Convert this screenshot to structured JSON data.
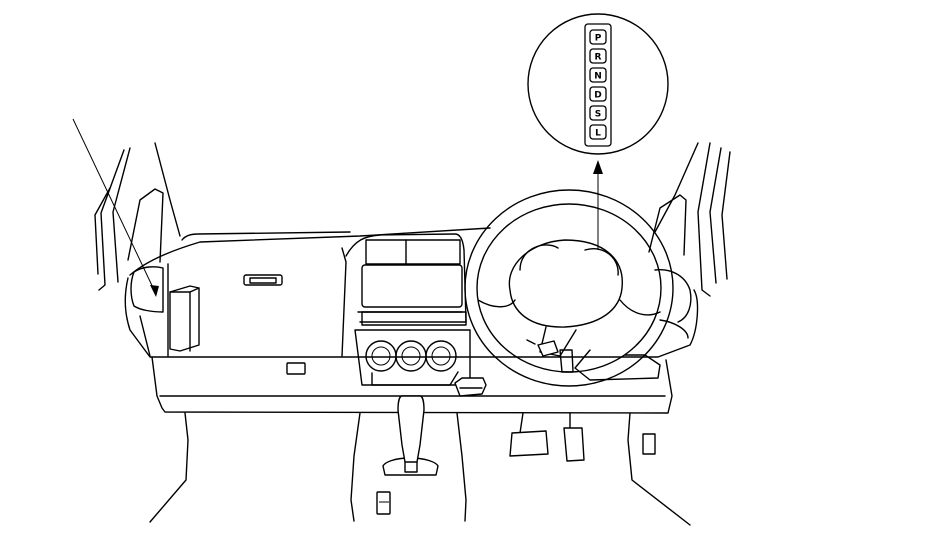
{
  "figure": {
    "gear_positions": [
      "P",
      "R",
      "N",
      "D",
      "S",
      "L"
    ]
  }
}
